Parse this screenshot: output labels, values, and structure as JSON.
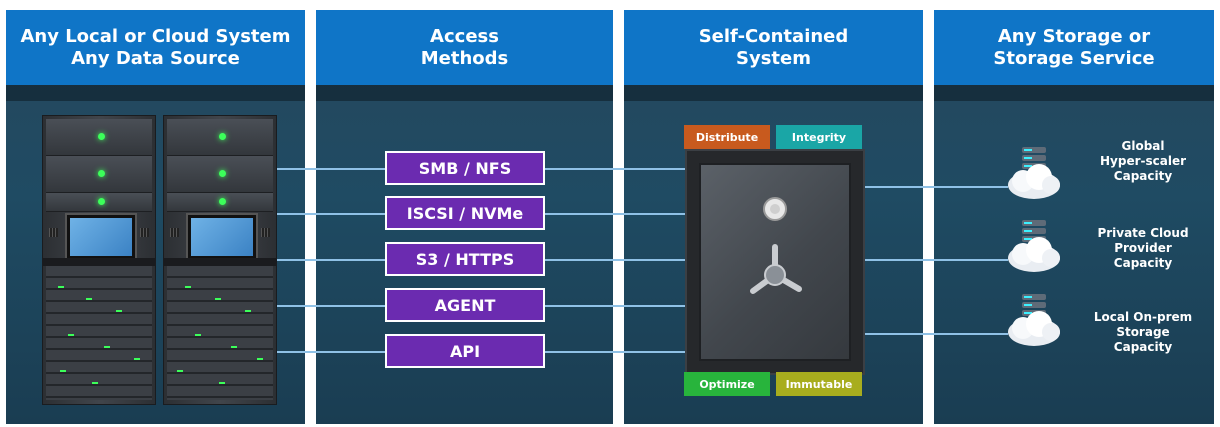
{
  "columns": [
    {
      "title_line1": "Any Local or Cloud System",
      "title_line2": "Any Data Source"
    },
    {
      "title_line1": "Access",
      "title_line2": "Methods"
    },
    {
      "title_line1": "Self-Contained",
      "title_line2": "System"
    },
    {
      "title_line1": "Any Storage or",
      "title_line2": "Storage Service"
    }
  ],
  "access_methods": [
    "SMB / NFS",
    "ISCSI / NVMe",
    "S3 / HTTPS",
    "AGENT",
    "API"
  ],
  "system_tags": {
    "distribute": "Distribute",
    "integrity": "Integrity",
    "optimize": "Optimize",
    "immutable": "Immutable"
  },
  "storage_targets": [
    {
      "line1": "Global",
      "line2": "Hyper-scaler",
      "line3": "Capacity"
    },
    {
      "line1": "Private Cloud",
      "line2": "Provider",
      "line3": "Capacity"
    },
    {
      "line1": "Local On-prem",
      "line2": "Storage",
      "line3": "Capacity"
    }
  ],
  "colors": {
    "header": "#0f75c7",
    "method_box": "#6b2bb0",
    "distribute": "#c85a1e",
    "integrity": "#1aa6a6",
    "optimize": "#28b43c",
    "immutable": "#a8ad1e",
    "link": "#8fc1e6"
  },
  "icons": {
    "server_rack": "server-rack-icon",
    "vault": "vault-icon",
    "cloud_storage": "cloud-storage-icon"
  }
}
